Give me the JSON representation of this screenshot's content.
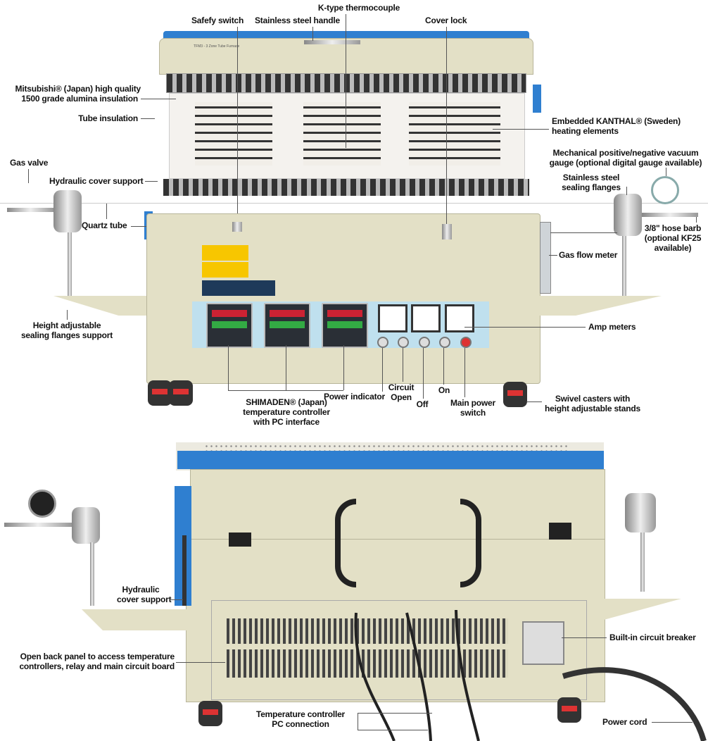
{
  "front_view": {
    "labels": {
      "k_type_thermocouple": "K-type thermocouple",
      "safety_switch": "Safefy switch",
      "stainless_handle": "Stainless steel handle",
      "cover_lock": "Cover lock",
      "alumina_insulation_1": "Mitsubishi® (Japan) high quality",
      "alumina_insulation_2": "1500 grade alumina insulation",
      "tube_insulation": "Tube insulation",
      "heating_elements_1": "Embedded KANTHAL® (Sweden)",
      "heating_elements_2": "heating elements",
      "vacuum_gauge_1": "Mechanical positive/negative vacuum",
      "vacuum_gauge_2": "gauge (optional digital gauge available)",
      "gas_valve": "Gas valve",
      "hydraulic_cover_support": "Hydraulic cover support",
      "sealing_flanges_1": "Stainless steel",
      "sealing_flanges_2": "sealing flanges",
      "quartz_tube": "Quartz tube",
      "hose_barb_1": "3/8\" hose barb",
      "hose_barb_2": "(optional KF25",
      "hose_barb_3": "available)",
      "gas_flow_meter": "Gas flow meter",
      "flange_support_1": "Height adjustable",
      "flange_support_2": "sealing flanges support",
      "amp_meters": "Amp meters",
      "controller_1": "SHIMADEN® (Japan)",
      "controller_2": "temperature controller",
      "controller_3": "with PC interface",
      "power_indicator": "Power indicator",
      "circuit_open_1": "Circuit",
      "circuit_open_2": "Open",
      "off": "Off",
      "on": "On",
      "main_power_1": "Main power",
      "main_power_2": "switch",
      "casters_1": "Swivel casters with",
      "casters_2": "height adjustable stands"
    },
    "lid_text": "TFM3 - 3 Zone Tube Furnace"
  },
  "back_view": {
    "labels": {
      "hydraulic_1": "Hydraulic",
      "hydraulic_2": "cover support",
      "back_panel_1": "Open back panel to access temperature",
      "back_panel_2": "controllers, relay and main circuit board",
      "circuit_breaker": "Built-in circuit breaker",
      "pc_connection_1": "Temperature controller",
      "pc_connection_2": "PC connection",
      "power_cord": "Power cord"
    }
  },
  "colors": {
    "body": "#e3e0c6",
    "accent_blue": "#2f7fd0",
    "panel_blue": "#bfe0ee"
  }
}
